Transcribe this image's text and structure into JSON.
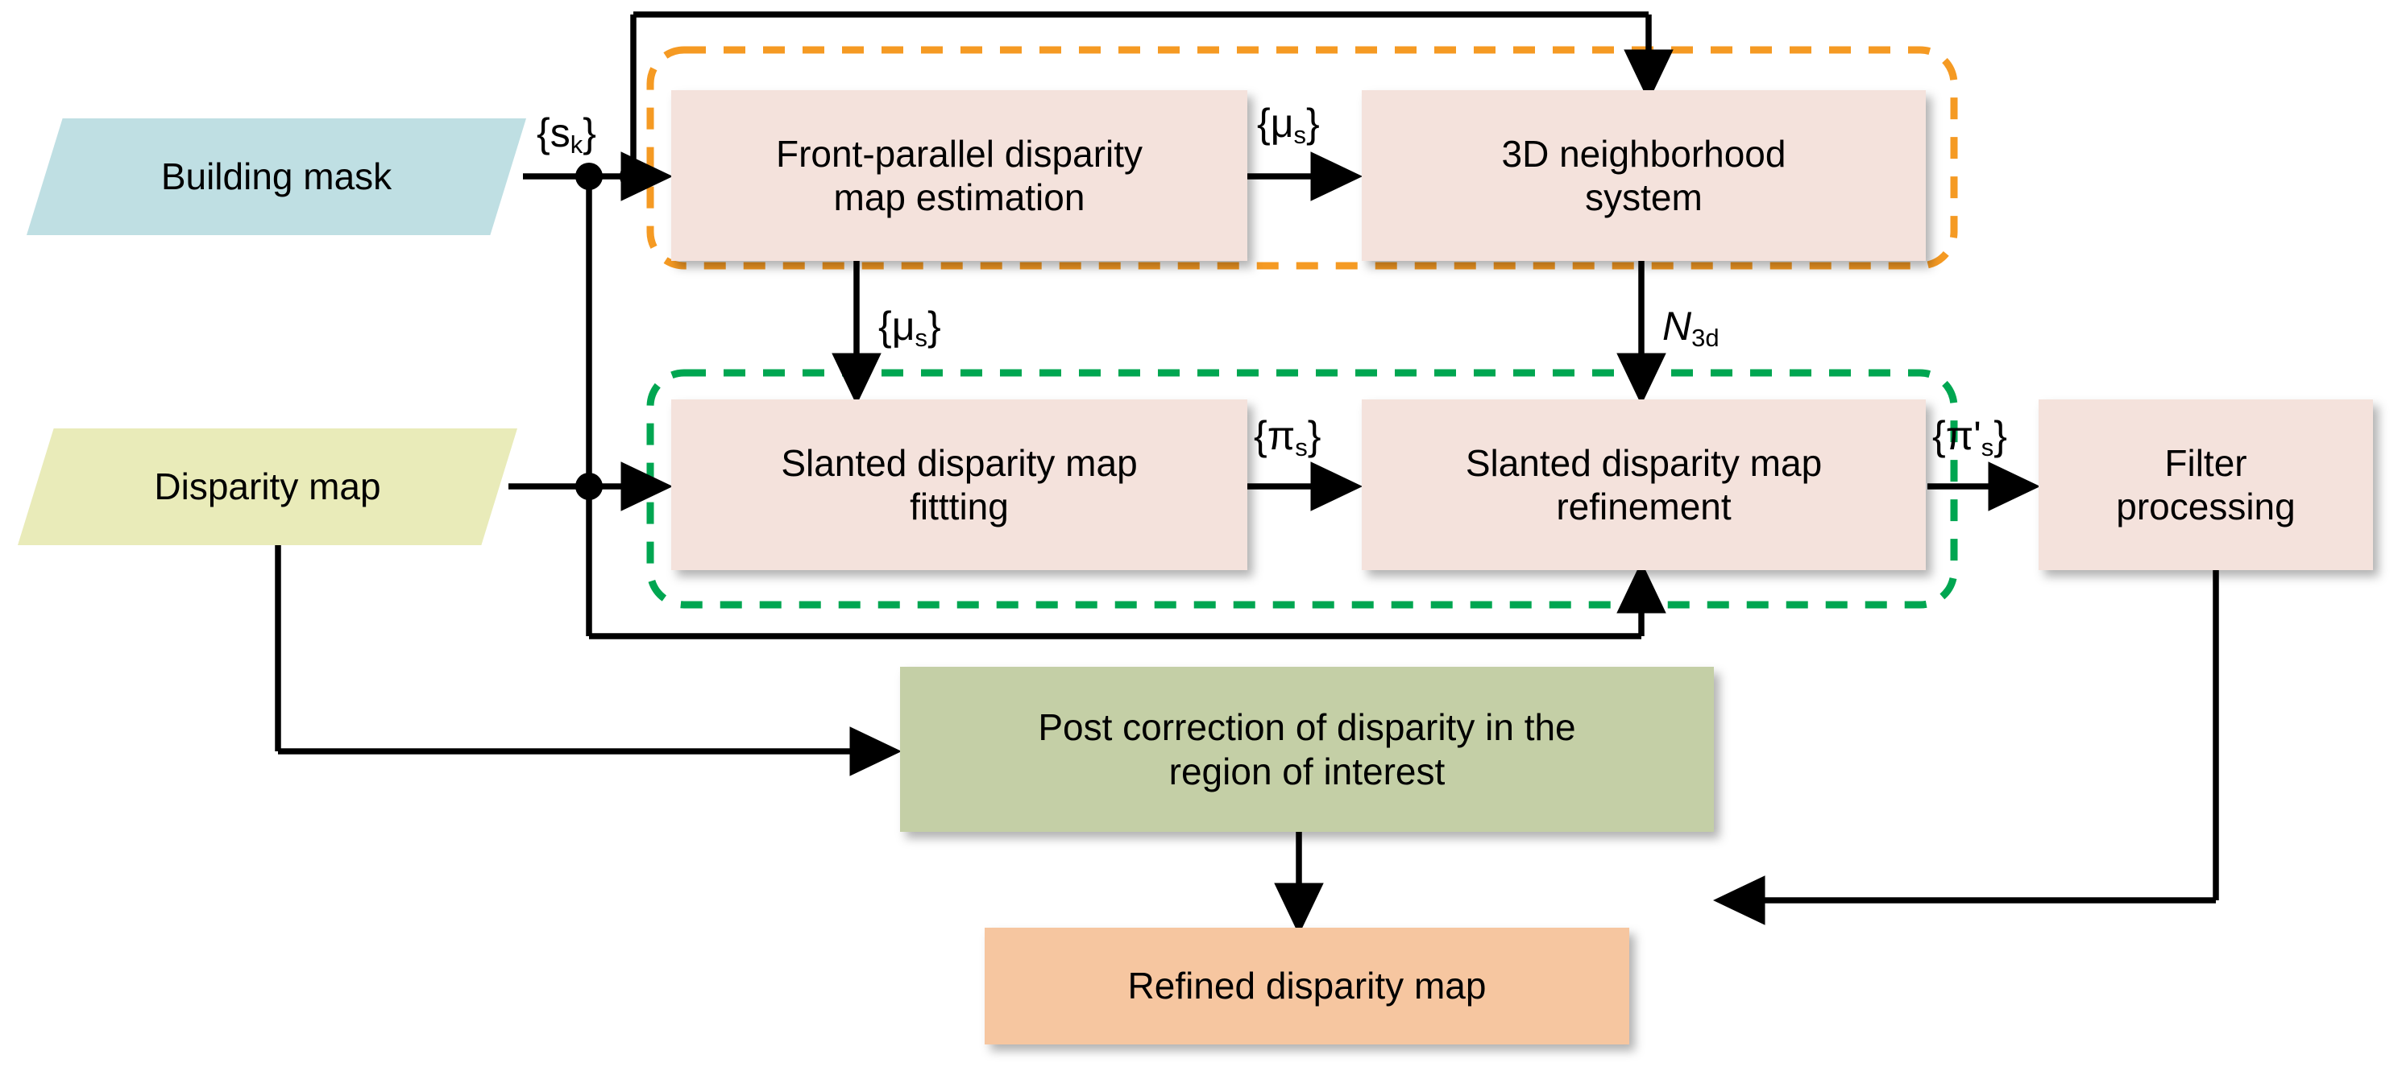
{
  "diagram": {
    "title": "Refined disparity map pipeline flowchart",
    "colors": {
      "input_blue": "#bfdfe3",
      "input_yellow": "#e9ebb9",
      "process_pink": "#f4e2dc",
      "post_green": "#c4cfa6",
      "output_orange": "#f6c6a0",
      "group_orange_dash": "#f59a23",
      "group_green_dash": "#0ba css",
      "wire_black": "#000000"
    }
  },
  "nodes": {
    "building_mask": {
      "label": "Building mask",
      "shape": "parallelogram",
      "fill": "#bfdfe3"
    },
    "disparity_map": {
      "label": "Disparity map",
      "shape": "parallelogram",
      "fill": "#e9ebb9"
    },
    "front_parallel": {
      "line1": "Front-parallel disparity",
      "line2": "map estimation",
      "shape": "rect",
      "fill": "#f4e2dc"
    },
    "neighborhood_3d": {
      "line1": "3D neighborhood",
      "line2": "system",
      "shape": "rect",
      "fill": "#f4e2dc"
    },
    "slanted_fitting": {
      "line1": "Slanted disparity map",
      "line2": "fittting",
      "shape": "rect",
      "fill": "#f4e2dc"
    },
    "slanted_refinement": {
      "line1": "Slanted disparity map",
      "line2": "refinement",
      "shape": "rect",
      "fill": "#f4e2dc"
    },
    "filter_processing": {
      "line1": "Filter",
      "line2": "processing",
      "shape": "rect",
      "fill": "#f4e2dc"
    },
    "post_correction": {
      "line1": "Post correction of disparity in the",
      "line2": "region of interest",
      "shape": "rect",
      "fill": "#c4cfa6"
    },
    "refined_output": {
      "label": "Refined disparity map",
      "shape": "rect",
      "fill": "#f6c6a0"
    }
  },
  "edge_labels": {
    "sk": {
      "base": "{s",
      "sub": "k",
      "close": "}"
    },
    "mu_s_top": {
      "base": "{μ",
      "sub": "s",
      "close": "}"
    },
    "mu_s_down": {
      "base": "{μ",
      "sub": "s",
      "close": "}"
    },
    "n_3d": {
      "base": "N",
      "sub": "3d",
      "close": ""
    },
    "pi_s": {
      "base": "{π",
      "sub": "s",
      "close": "}"
    },
    "pi_s_prime": {
      "base": "{π'",
      "sub": "s",
      "close": "}"
    }
  },
  "groups": {
    "orange_group": {
      "style": "dashed",
      "color": "#f59a23"
    },
    "green_group": {
      "style": "dashed",
      "color": "#00a651"
    }
  }
}
